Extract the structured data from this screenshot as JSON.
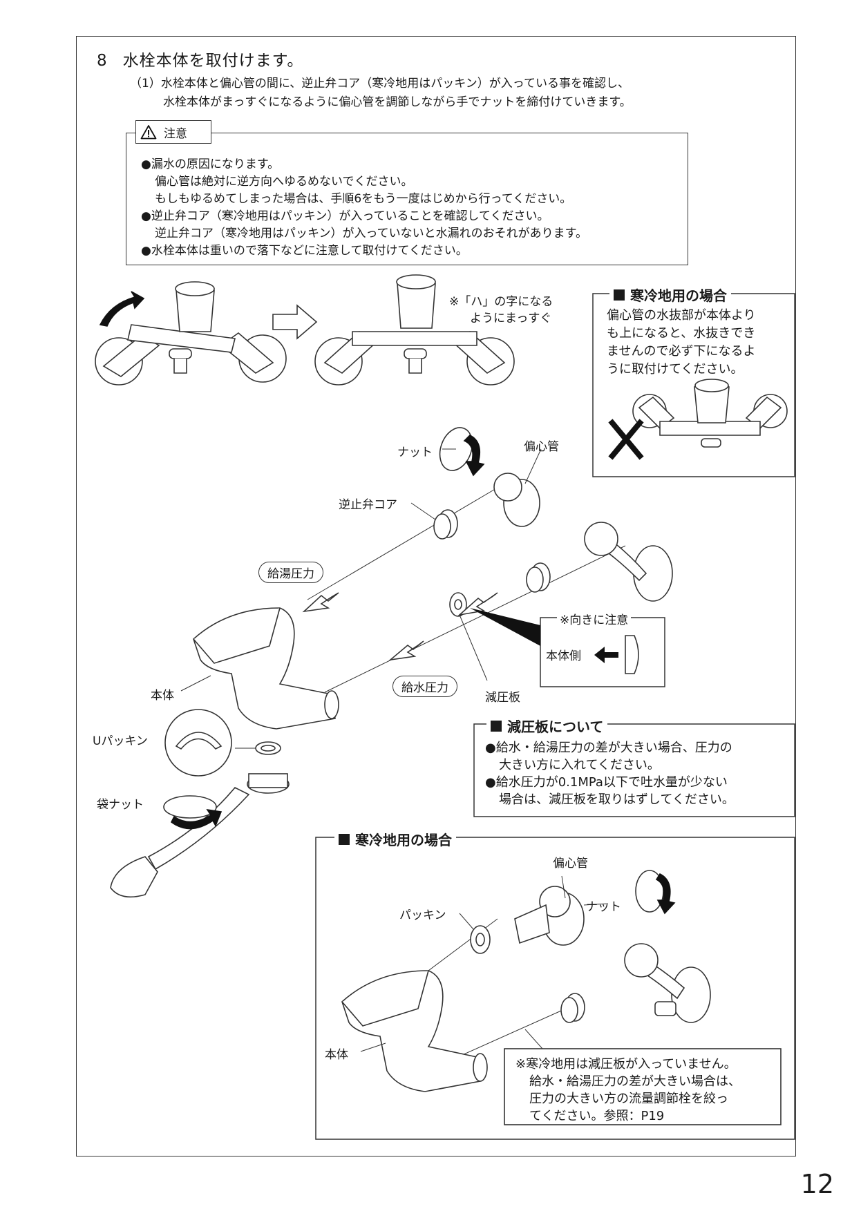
{
  "step": {
    "number": "8",
    "title": "水栓本体を取付けます。"
  },
  "instruction": {
    "line1": "（1）水栓本体と偏心管の間に、逆止弁コア（寒冷地用はパッキン）が入っている事を確認し、",
    "line2": "水栓本体がまっすぐになるように偏心管を調節しながら手でナットを締付けていきます。"
  },
  "caution": {
    "label": "注意",
    "lines": [
      "●漏水の原因になります。",
      "偏心管は絶対に逆方向へゆるめないでください。",
      "もしもゆるめてしまった場合は、手順6をもう一度はじめから行ってください。",
      "●逆止弁コア（寒冷地用はパッキン）が入っていることを確認してください。",
      "逆止弁コア（寒冷地用はパッキン）が入っていないと水漏れのおそれがあります。",
      "●水栓本体は重いので落下などに注意して取付けてください。"
    ]
  },
  "straight_note": {
    "line1": "※「ハ」の字になる",
    "line2": "ようにまっすぐ"
  },
  "cold_region_top": {
    "title": "寒冷地用の場合",
    "lines": [
      "偏心管の水抜部が本体より",
      "も上になると、水抜きでき",
      "ませんので必ず下になるよ",
      "うに取付けてください。"
    ]
  },
  "labels": {
    "nut": "ナット",
    "eccentric_pipe": "偏心管",
    "check_valve_core": "逆止弁コア",
    "hot_pressure": "給湯圧力",
    "cold_pressure": "給水圧力",
    "body": "本体",
    "u_packing": "Uパッキン",
    "bag_nut": "袋ナット",
    "reducer_plate": "減圧板",
    "direction_note": "※向きに注意",
    "body_side": "本体側"
  },
  "reducer_box": {
    "title": "減圧板について",
    "lines": [
      "●給水・給湯圧力の差が大きい場合、圧力の",
      "大きい方に入れてください。",
      "●給水圧力が0.1MPa以下で吐水量が少ない",
      "場合は、減圧板を取りはずしてください。"
    ]
  },
  "cold_region_bottom": {
    "title": "寒冷地用の場合",
    "eccentric_pipe": "偏心管",
    "nut": "ナット",
    "packing": "パッキン",
    "body": "本体",
    "note": [
      "※寒冷地用は減圧板が入っていません。",
      "給水・給湯圧力の差が大きい場合は、",
      "圧力の大きい方の流量調節栓を絞っ",
      "てください。参照：P19"
    ]
  },
  "page_number": "12"
}
